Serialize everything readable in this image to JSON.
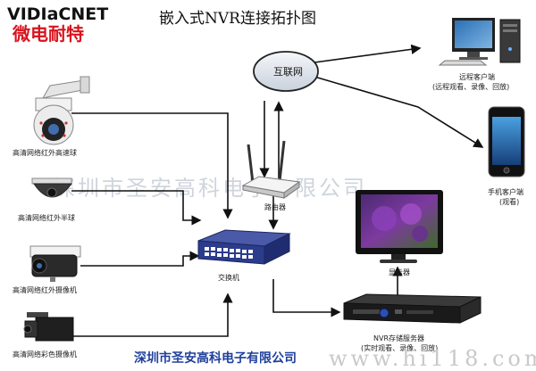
{
  "brand": {
    "logo_en": "VIDIaCNET",
    "logo_cn": "微电耐特",
    "logo_en_color": "#111111",
    "logo_cn_color": "#d8141e"
  },
  "title": "嵌入式NVR连接拓扑图",
  "watermark": "深圳市圣安高科电子有限公司",
  "footer_company": "深圳市圣安高科电子有限公司",
  "footer_url": "www.hi118.com",
  "nodes": {
    "internet": {
      "label": "互联网"
    },
    "router": {
      "label": "路由器"
    },
    "switch": {
      "label": "交换机"
    },
    "display": {
      "label": "显示器"
    },
    "nvr": {
      "label": "NVR存储服务器",
      "sublabel": "(实时观看、录像、回放)"
    },
    "remote_client": {
      "label": "远程客户端",
      "sublabel": "(远程观看、录像、回放)"
    },
    "mobile_client": {
      "label": "手机客户端",
      "sublabel": "(观看)"
    },
    "cameras": [
      {
        "label": "高清网络红外高速球"
      },
      {
        "label": "高清网络红外半球"
      },
      {
        "label": "高清网络红外摄像机"
      },
      {
        "label": "高清网络彩色摄像机"
      }
    ]
  },
  "colors": {
    "line": "#111111",
    "footer_text": "#1f3f9c",
    "internet_fill": "#e6ebf2",
    "device_blue": "#2c3c8c"
  }
}
